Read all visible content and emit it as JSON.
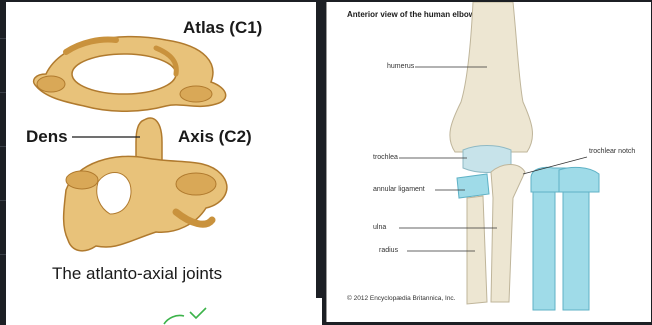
{
  "left_panel": {
    "labels": {
      "atlas": "Atlas (C1)",
      "axis": "Axis (C2)",
      "dens": "Dens",
      "caption": "The atlanto-axial joints"
    }
  },
  "right_panel": {
    "title": "Anterior view of the human elbow",
    "labels": {
      "humerus": "humerus",
      "trochlea": "trochlea",
      "trochlear_notch": "trochlear notch",
      "annular_ligament": "annular ligament",
      "ulna": "ulna",
      "radius": "radius"
    },
    "copyright": "© 2012 Encyclopædia Britannica, Inc."
  },
  "colors": {
    "bone": "#e8c27a",
    "bone_dark": "#c9923d",
    "elbow_bone": "#ede6d2",
    "cartilage": "#9fdbe8"
  }
}
